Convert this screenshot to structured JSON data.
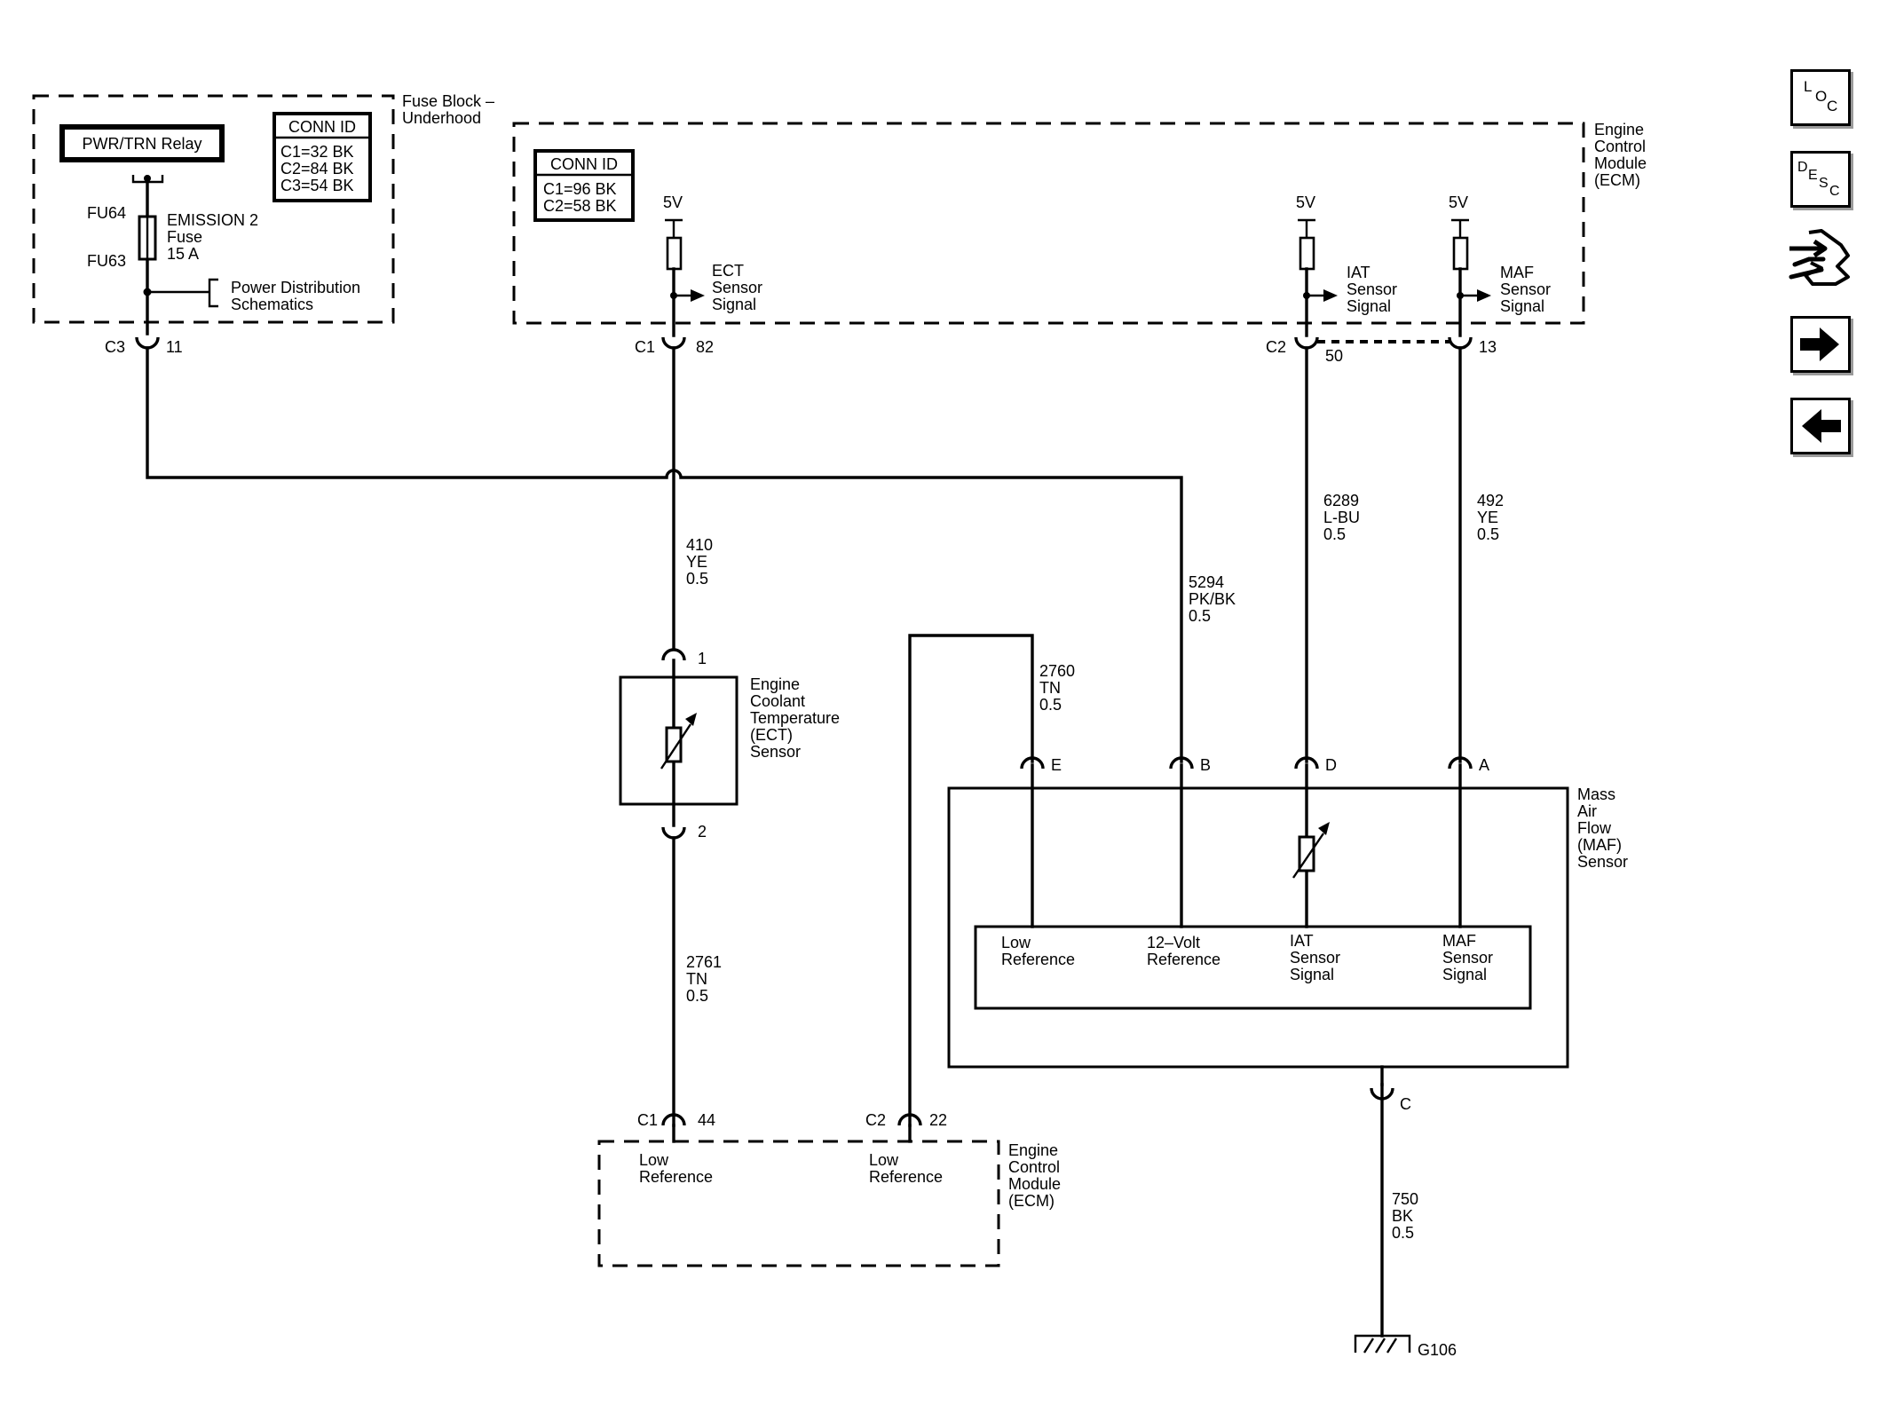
{
  "fuse_block": {
    "title_1": "Fuse Block –",
    "title_2": "Underhood",
    "relay": "PWR/TRN Relay",
    "conn_id_header": "CONN ID",
    "conn_ids": [
      "C1=32 BK",
      "C2=84 BK",
      "C3=54 BK"
    ],
    "fuse_top_ref": "FU64",
    "fuse_bottom_ref": "FU63",
    "fuse_name": [
      "EMISSION 2",
      "Fuse",
      "15 A"
    ],
    "power_dist": [
      "Power Distribution",
      "Schematics"
    ],
    "connector": "C3",
    "pin": "11"
  },
  "ecm_top": {
    "title": [
      "Engine",
      "Control",
      "Module",
      "(ECM)"
    ],
    "conn_id_header": "CONN ID",
    "conn_ids": [
      "C1=96 BK",
      "C2=58 BK"
    ],
    "ect": {
      "voltage": "5V",
      "signal": [
        "ECT",
        "Sensor",
        "Signal"
      ],
      "connector": "C1",
      "pin": "82"
    },
    "iat": {
      "voltage": "5V",
      "signal": [
        "IAT",
        "Sensor",
        "Signal"
      ],
      "connector": "C2",
      "pin": "50"
    },
    "maf": {
      "voltage": "5V",
      "signal": [
        "MAF",
        "Sensor",
        "Signal"
      ],
      "pin": "13"
    }
  },
  "wires": {
    "w410": [
      "410",
      "YE",
      "0.5"
    ],
    "w5294": [
      "5294",
      "PK/BK",
      "0.5"
    ],
    "w6289": [
      "6289",
      "L-BU",
      "0.5"
    ],
    "w492": [
      "492",
      "YE",
      "0.5"
    ],
    "w2760": [
      "2760",
      "TN",
      "0.5"
    ],
    "w2761": [
      "2761",
      "TN",
      "0.5"
    ],
    "w750": [
      "750",
      "BK",
      "0.5"
    ]
  },
  "ect_sensor": {
    "name": [
      "Engine",
      "Coolant",
      "Temperature",
      "(ECT)",
      "Sensor"
    ],
    "pin_top": "1",
    "pin_bottom": "2"
  },
  "maf_sensor": {
    "name": [
      "Mass",
      "Air",
      "Flow",
      "(MAF)",
      "Sensor"
    ],
    "pins": {
      "e": "E",
      "b": "B",
      "d": "D",
      "a": "A",
      "c": "C"
    },
    "internal": {
      "low_ref": [
        "Low",
        "Reference"
      ],
      "v12_ref": [
        "12–Volt",
        "Reference"
      ],
      "iat_sig": [
        "IAT",
        "Sensor",
        "Signal"
      ],
      "maf_sig": [
        "MAF",
        "Sensor",
        "Signal"
      ]
    }
  },
  "ecm_bottom": {
    "title": [
      "Engine",
      "Control",
      "Module",
      "(ECM)"
    ],
    "left": {
      "connector": "C1",
      "pin": "44",
      "label": [
        "Low",
        "Reference"
      ]
    },
    "right": {
      "connector": "C2",
      "pin": "22",
      "label": [
        "Low",
        "Reference"
      ]
    }
  },
  "ground": {
    "id": "G106"
  },
  "nav": {
    "loc": {
      "l": "L",
      "o": "O",
      "c": "C"
    },
    "desc": {
      "d": "D",
      "e": "E",
      "s": "S",
      "c": "C"
    },
    "icons": [
      "loc-icon",
      "desc-icon",
      "connector-view-icon",
      "next-arrow-icon",
      "previous-arrow-icon"
    ]
  }
}
